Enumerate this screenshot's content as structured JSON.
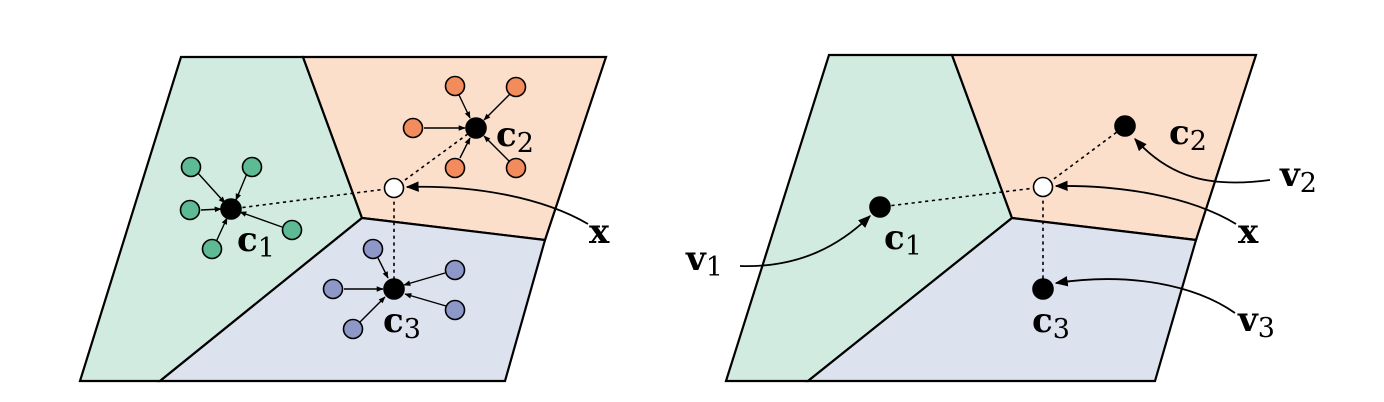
{
  "colors": {
    "green_region": "#d1ebe0",
    "orange_region": "#fbdfcb",
    "blue_region": "#dde2ef",
    "green_point": "#5dba95",
    "orange_point": "#f28c5c",
    "blue_point": "#8e98c8",
    "centroid": "#000000",
    "query": "#ffffff"
  },
  "labels": {
    "left": {
      "c1": "c",
      "c1_sub": "1",
      "c2": "c",
      "c2_sub": "2",
      "c3": "c",
      "c3_sub": "3",
      "x": "x"
    },
    "right": {
      "c1": "c",
      "c1_sub": "1",
      "c2": "c",
      "c2_sub": "2",
      "c3": "c",
      "c3_sub": "3",
      "x": "x",
      "v1": "v",
      "v1_sub": "1",
      "v2": "v",
      "v2_sub": "2",
      "v3": "v",
      "v3_sub": "3"
    }
  }
}
